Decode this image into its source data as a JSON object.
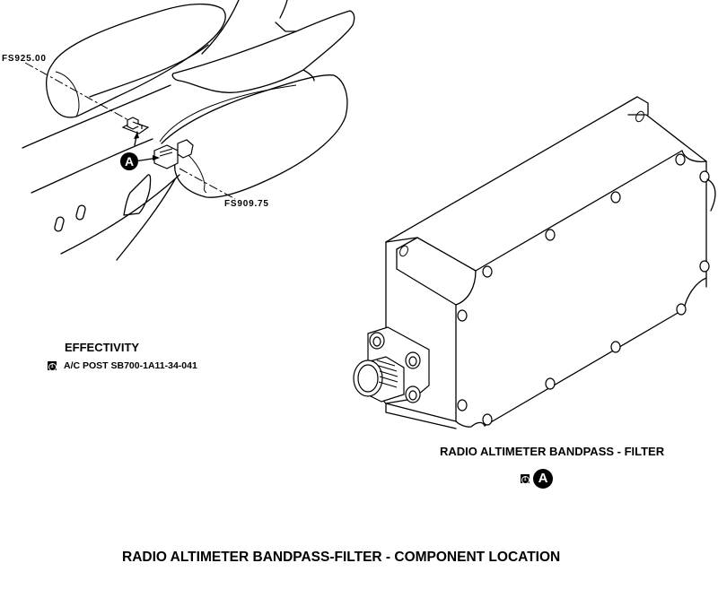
{
  "aircraft_view": {
    "station_labels": [
      "FS925.00",
      "FS909.75"
    ],
    "detail_callout": "A"
  },
  "effectivity": {
    "title": "EFFECTIVITY",
    "items": [
      {
        "marker": "1",
        "text": "A/C POST SB700-1A11-34-041"
      }
    ]
  },
  "detail": {
    "title": "RADIO ALTIMETER BANDPASS - FILTER",
    "effectivity_marker": "1",
    "callout": "A"
  },
  "figure_title": "RADIO ALTIMETER BANDPASS-FILTER - COMPONENT LOCATION"
}
